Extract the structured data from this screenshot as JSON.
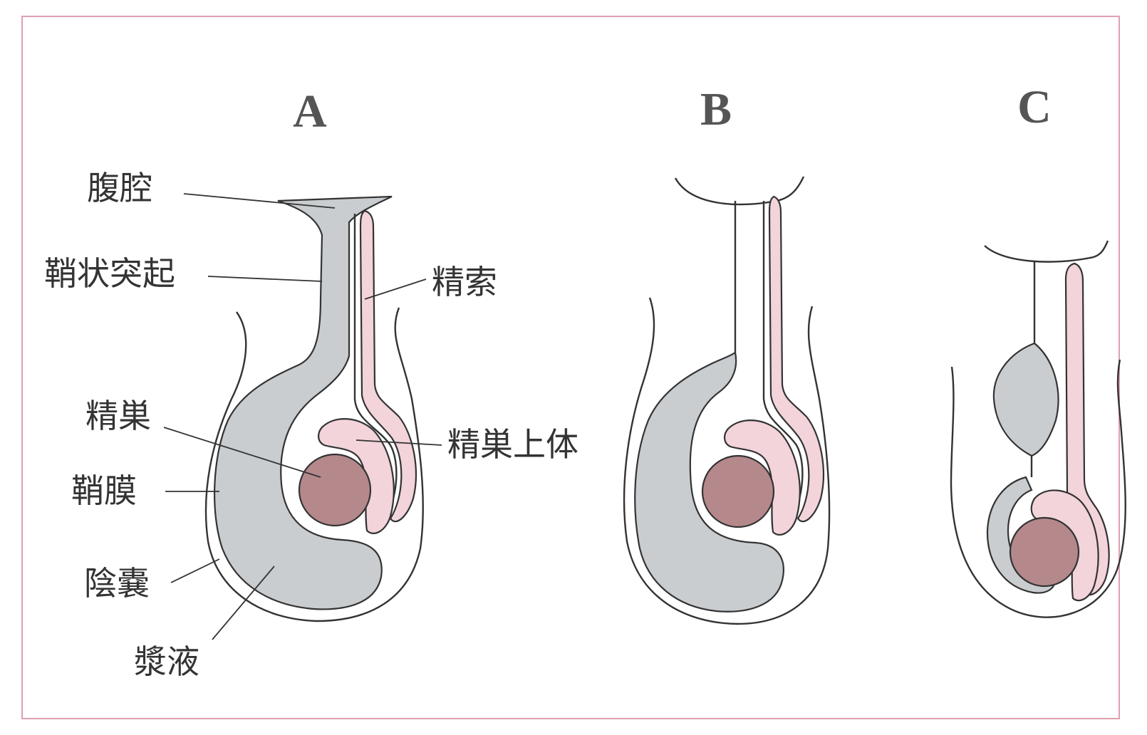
{
  "panels": {
    "a": {
      "letter": "A"
    },
    "b": {
      "letter": "B"
    },
    "c": {
      "letter": "C"
    }
  },
  "labels": {
    "abdominal_cavity": "腹腔",
    "vaginal_process": "鞘状突起",
    "spermatic_cord": "精索",
    "testis": "精巣",
    "epididymis": "精巣上体",
    "tunica_vaginalis": "鞘膜",
    "scrotum": "陰嚢",
    "serous_fluid": "漿液"
  },
  "colors": {
    "fluid": "#c9cdd0",
    "testis": "#b5888c",
    "epididymis": "#f2d4da",
    "frame": "#e0a0b0"
  }
}
